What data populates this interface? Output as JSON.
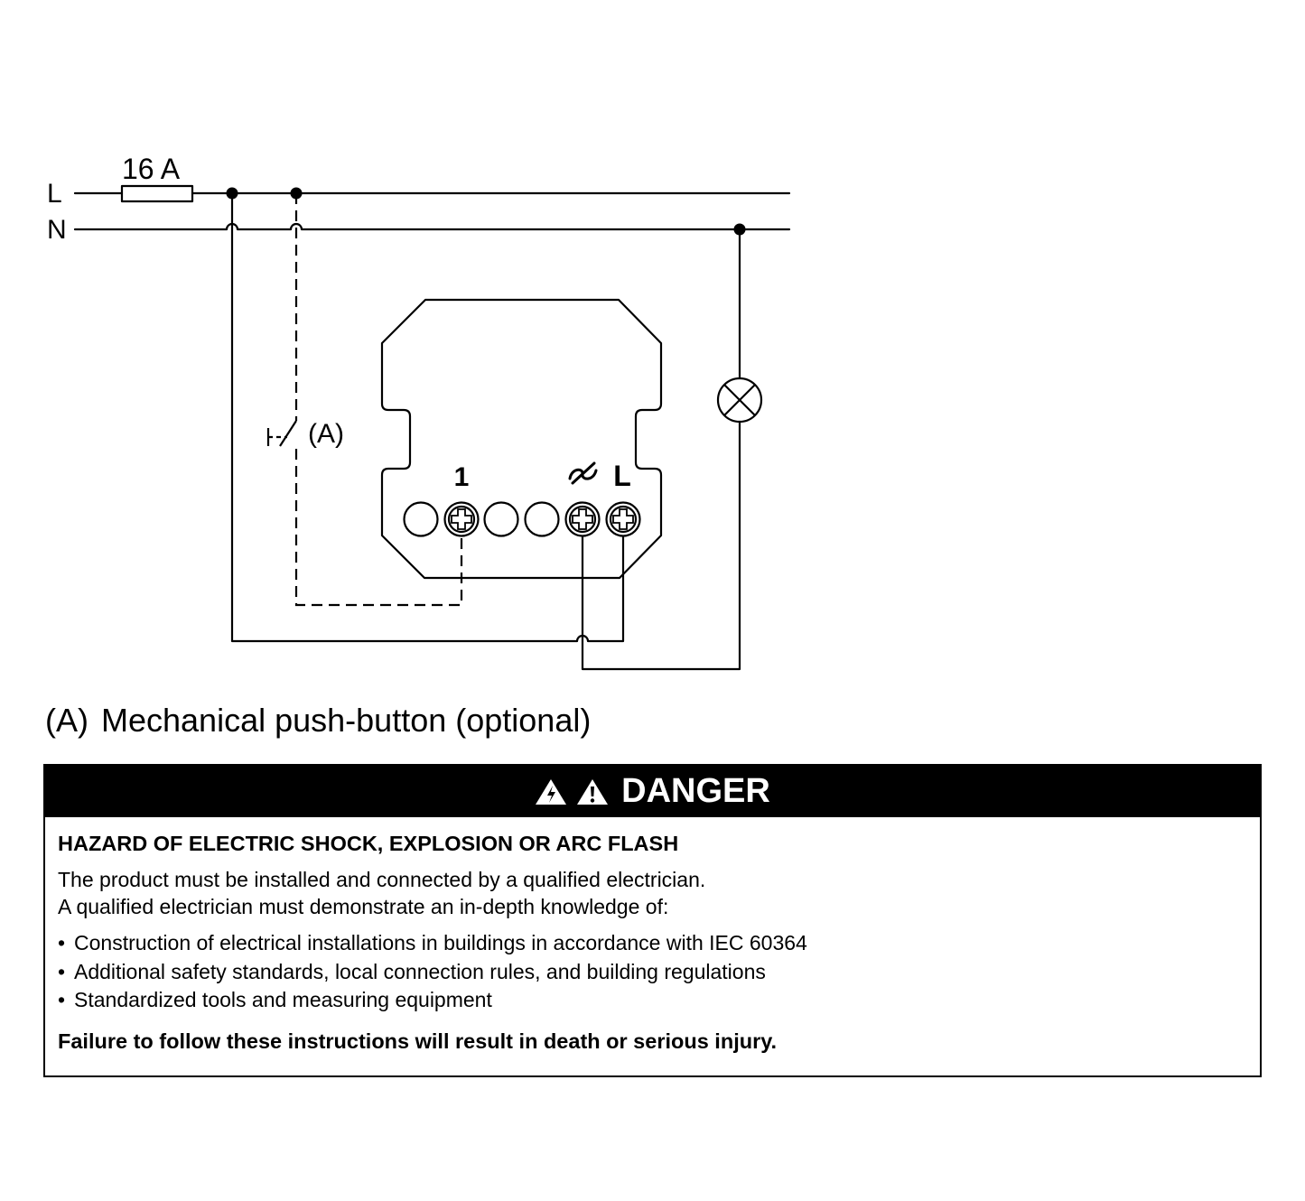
{
  "diagram": {
    "line_label": "L",
    "neutral_label": "N",
    "fuse_label": "16 A",
    "pushbutton_label": "(A)",
    "terminals": {
      "output_label": "1",
      "dimmer_symbol": "Ϭ",
      "line_label": "L"
    }
  },
  "caption": {
    "marker": "(A)",
    "text": "Mechanical push-button (optional)"
  },
  "danger": {
    "header": "DANGER",
    "icons": [
      "lightning-triangle-icon",
      "exclamation-triangle-icon"
    ],
    "title": "HAZARD OF ELECTRIC SHOCK, EXPLOSION OR ARC FLASH",
    "intro": [
      "The product must be installed and connected by a qualified electrician.",
      "A qualified electrician must demonstrate an in-depth knowledge of:"
    ],
    "bullets": [
      "Construction of electrical installations in buildings in accordance with IEC 60364",
      "Additional safety standards, local connection rules, and building regulations",
      "Standardized tools and measuring equipment"
    ],
    "consequence": "Failure to follow these instructions will result in death or serious injury."
  },
  "colors": {
    "ink": "#000000",
    "background": "#ffffff",
    "header_text": "#ffffff"
  }
}
